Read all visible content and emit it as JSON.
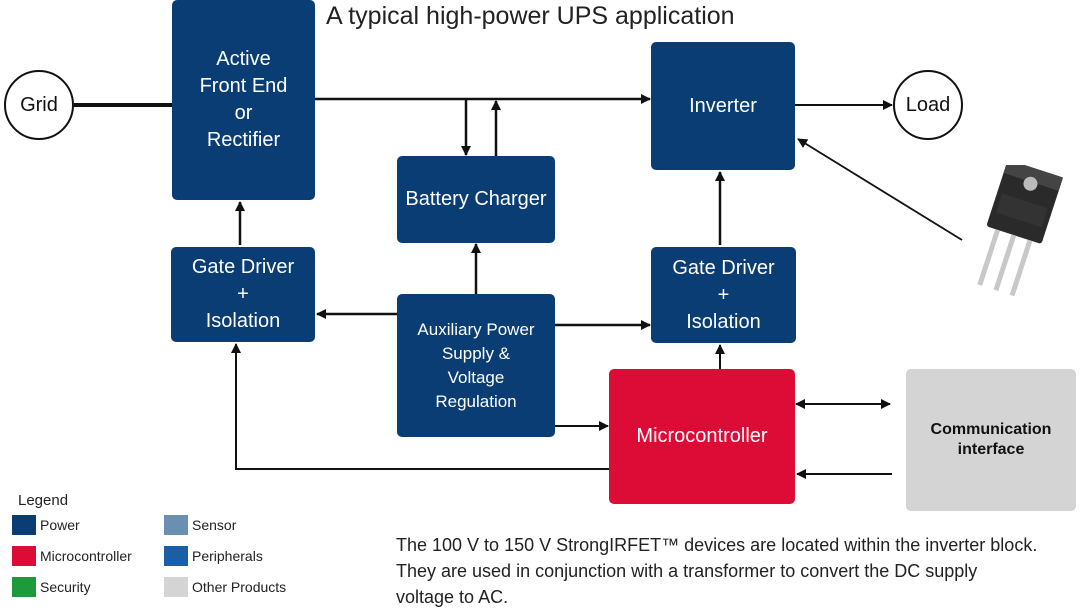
{
  "title": "A typical high-power UPS application",
  "nodes": {
    "grid": "Grid",
    "load": "Load",
    "afe": "Active\nFront End\nor\nRectifier",
    "inverter": "Inverter",
    "battery_charger": "Battery Charger",
    "gate_driver_left": "Gate Driver\n+\nIsolation",
    "gate_driver_right": "Gate Driver\n+\nIsolation",
    "aux_power": "Auxiliary Power\nSupply &\nVoltage\nRegulation",
    "microcontroller": "Microcontroller",
    "comm": "Communication\ninterface"
  },
  "legend": {
    "title": "Legend",
    "items": [
      {
        "label": "Power",
        "color": "#0a3d73"
      },
      {
        "label": "Microcontroller",
        "color": "#dc0c36"
      },
      {
        "label": "Security",
        "color": "#1e9a3c"
      },
      {
        "label": "Sensor",
        "color": "#6b8fb0"
      },
      {
        "label": "Peripherals",
        "color": "#1a5ea8"
      },
      {
        "label": "Other Products",
        "color": "#d4d4d4"
      }
    ]
  },
  "note": "The 100 V to 150 V StrongIRFET™ devices are located within the inverter block. They are used in conjunction with a transformer  to convert the DC supply\n voltage to AC."
}
